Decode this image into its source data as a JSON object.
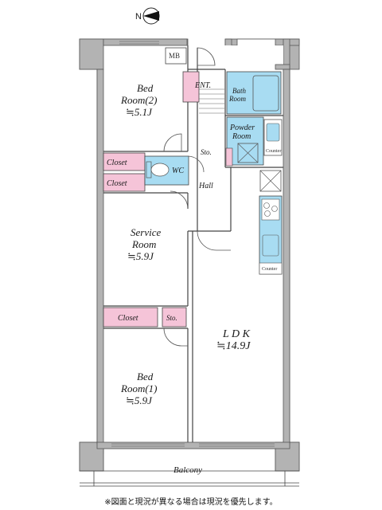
{
  "compass": {
    "north_label": "N"
  },
  "rooms": {
    "mb": "MB",
    "entrance": "ENT.",
    "bath": [
      "Bath",
      "Room"
    ],
    "bedroom2": {
      "name": [
        "Bed",
        "Room(2)"
      ],
      "size": "≒5.1J"
    },
    "powder": [
      "Powder",
      "Room"
    ],
    "counter_small": "Counter",
    "storage_hall": "Sto.",
    "closet_upper": "Closet",
    "closet_lower": "Closet",
    "wc": "WC",
    "hall": "Hall",
    "service_room": {
      "name": [
        "Service",
        "Room"
      ],
      "size": "≒5.9J"
    },
    "kitchen_counter": "Counter",
    "closet_bed1": "Closet",
    "storage_bed1": "Sto.",
    "ldk": {
      "name": "L D K",
      "size": "≒14.9J"
    },
    "bedroom1": {
      "name": [
        "Bed",
        "Room(1)"
      ],
      "size": "≒5.9J"
    },
    "balcony": "Balcony"
  },
  "note": "※図面と現況が異なる場合は現況を優先します。",
  "colors": {
    "wall": "#b3b3b3",
    "closet": "#f5c4d8",
    "wet_area": "#a8dcf2",
    "floor": "#ffffff",
    "line": "#444444"
  }
}
